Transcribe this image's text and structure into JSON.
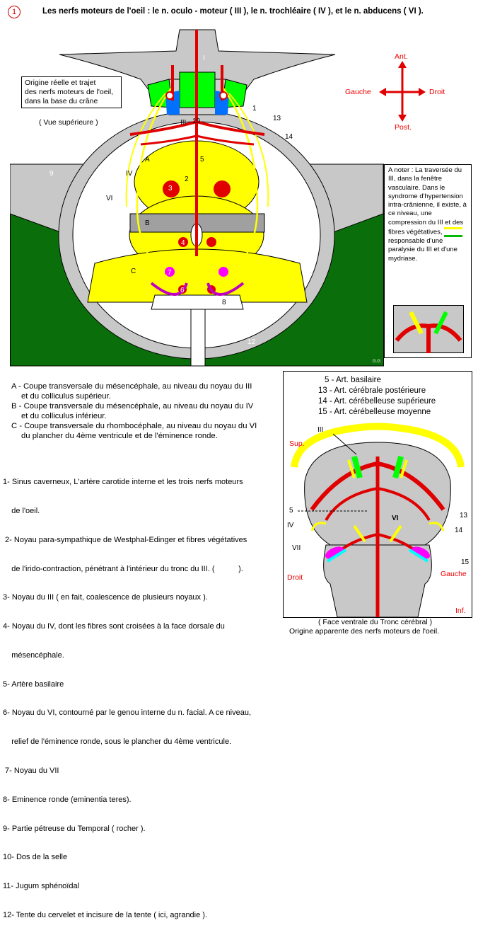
{
  "header": {
    "number": "1",
    "title": "Les nerfs moteurs de l'oeil : le n. oculo - moteur ( III ), le n. trochléaire ( IV ), et le n.  abducens ( VI )."
  },
  "origin_box": {
    "lines": [
      "Origine réelle et trajet",
      "des nerfs  moteurs de l'oeil,",
      "dans la base du crâne"
    ]
  },
  "view_top": "( Vue supérieure )",
  "compass": {
    "ant": "Ant.",
    "post": "Post.",
    "left": "Gauche",
    "right": "Droit"
  },
  "main_labels": {
    "I": "I",
    "III": "III",
    "IV": "IV",
    "VI": "VI",
    "A": "A",
    "B": "B",
    "C": "C",
    "n1": "1",
    "n2": "2",
    "n3": "3",
    "n4": "4",
    "n5": "5",
    "n6": "6",
    "n7": "7",
    "n8": "8",
    "n9": "9",
    "n10": "10",
    "n12": "12",
    "n13": "13",
    "n14": "14",
    "signature": "G.G"
  },
  "note": {
    "text1": "A noter : La traversée du III, dans la fenêtre vasculaire. Dans le syndrome d'hypertension intra-crânienne, il existe, à ce niveau, une compression du III et des fibres végétatives,",
    "text2": "responsable d'une paralysie du III et d'une mydriase."
  },
  "sections": [
    {
      "letter": "A",
      "text": "Coupe transversale du mésencéphale, au niveau du noyau du III",
      "cont": "et du colliculus supérieur."
    },
    {
      "letter": "B",
      "text": "Coupe transversale du mésencéphale, au niveau du noyau du IV",
      "cont": "et du colliculus inférieur."
    },
    {
      "letter": "C",
      "text": "Coupe transversale du rhombocéphale, au niveau du noyau du VI",
      "cont": "du plancher du 4ème ventricule et de l'éminence ronde."
    }
  ],
  "legend": [
    {
      "lines": [
        "1- Sinus caverneux, L'artère carotide interne et les trois nerfs moteurs",
        "    de l'oeil."
      ]
    },
    {
      "lines": [
        " 2- Noyau para-sympathique de Westphal-Edinger et fibres végétatives",
        "    de l'irido-contraction, pénétrant à l'intérieur du tronc du III. (           )."
      ]
    },
    {
      "lines": [
        "3- Noyau du III ( en fait, coalescence de plusieurs noyaux )."
      ]
    },
    {
      "lines": [
        "4- Noyau du IV, dont les fibres sont croisées à la face dorsale du",
        "    mésencéphale."
      ]
    },
    {
      "lines": [
        "5- Artère basilaire"
      ]
    },
    {
      "lines": [
        "6- Noyau du VI, contourné par le genou interne du n. facial. A ce niveau,",
        "    relief de l'éminence ronde, sous le plancher du 4ème ventricule."
      ]
    },
    {
      "lines": [
        " 7- Noyau du VII"
      ]
    },
    {
      "lines": [
        "8- Eminence ronde (eminentia teres)."
      ]
    },
    {
      "lines": [
        "9- Partie pétreuse du Temporal ( rocher )."
      ]
    },
    {
      "lines": [
        "10- Dos de la selle"
      ]
    },
    {
      "lines": [
        "11- Jugum sphénoïdal"
      ]
    },
    {
      "lines": [
        "12- Tente du cervelet et incisure de la tente ( ici, agrandie )."
      ]
    }
  ],
  "arteries": [
    "5 - Art. basilaire",
    "13 - Art. cérébrale postérieure",
    "14 - Art. cérébelleuse supérieure",
    "15 - Art. cérébelleuse moyenne"
  ],
  "brainstem_labels": {
    "III": "III",
    "sup": "Sup.",
    "n5": "5",
    "IV": "IV",
    "VI": "VI",
    "n13": "13",
    "n14": "14",
    "VII": "VII",
    "n15": "15",
    "droit": "Droit",
    "gauche": "Gauche",
    "inf": "Inf."
  },
  "brainstem_caption": {
    "line1": "( Face ventrale du Tronc cérébral )",
    "line2": "Origine apparente des nerfs moteurs  de l'oeil."
  },
  "colors": {
    "green": "#0a6e0a",
    "yellow": "#ffff00",
    "red": "#e00000",
    "gray": "#c8c8c8",
    "magenta": "#ff00ff",
    "lime": "#00ff00"
  }
}
